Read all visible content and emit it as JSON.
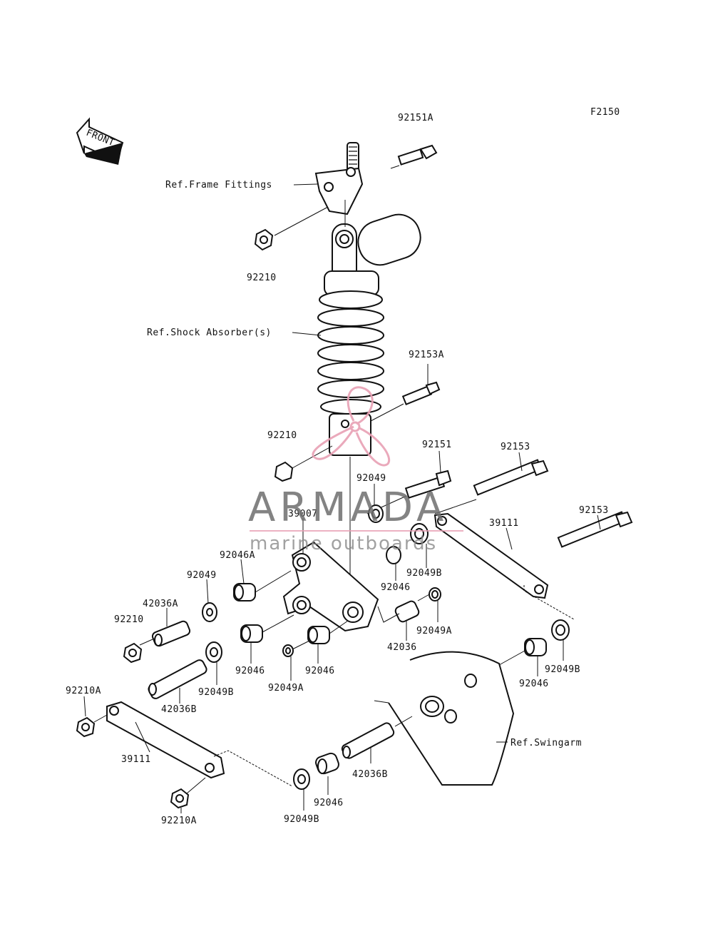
{
  "diagram": {
    "figure_code": "F2150",
    "front_label": "FRONT",
    "references": {
      "frame_fittings": "Ref.Frame Fittings",
      "shock_absorber": "Ref.Shock Absorber(s)",
      "swingarm": "Ref.Swingarm"
    },
    "labels": {
      "l_92151A": "92151A",
      "l_92210_top": "92210",
      "l_92153A": "92153A",
      "l_92210_mid": "92210",
      "l_92151": "92151",
      "l_92153_a": "92153",
      "l_92049_top": "92049",
      "l_39007": "39007",
      "l_39111_right": "39111",
      "l_92153_b": "92153",
      "l_92046A": "92046A",
      "l_92049B_mid": "92049B",
      "l_92049_left": "92049",
      "l_92046_mid": "92046",
      "l_42036A": "42036A",
      "l_92210_left": "92210",
      "l_92049A_right": "92049A",
      "l_42036_mid": "42036",
      "l_92046_left": "92046",
      "l_92046_center": "92046",
      "l_92049A_center": "92049A",
      "l_92049B_left": "92049B",
      "l_92046_swing": "92046",
      "l_92049B_swing": "92049B",
      "l_92210A_left": "92210A",
      "l_42036B_left": "42036B",
      "l_39111_left": "39111",
      "l_42036B_bottom": "42036B",
      "l_92046_bottom": "92046",
      "l_92210A_bottom": "92210A",
      "l_92049B_bottom": "92049B"
    }
  },
  "watermark": {
    "brand": "ARMADA",
    "tagline": "marine outboards",
    "accent_color": "#e8a0b4",
    "text_color": "#6e6e6e"
  }
}
